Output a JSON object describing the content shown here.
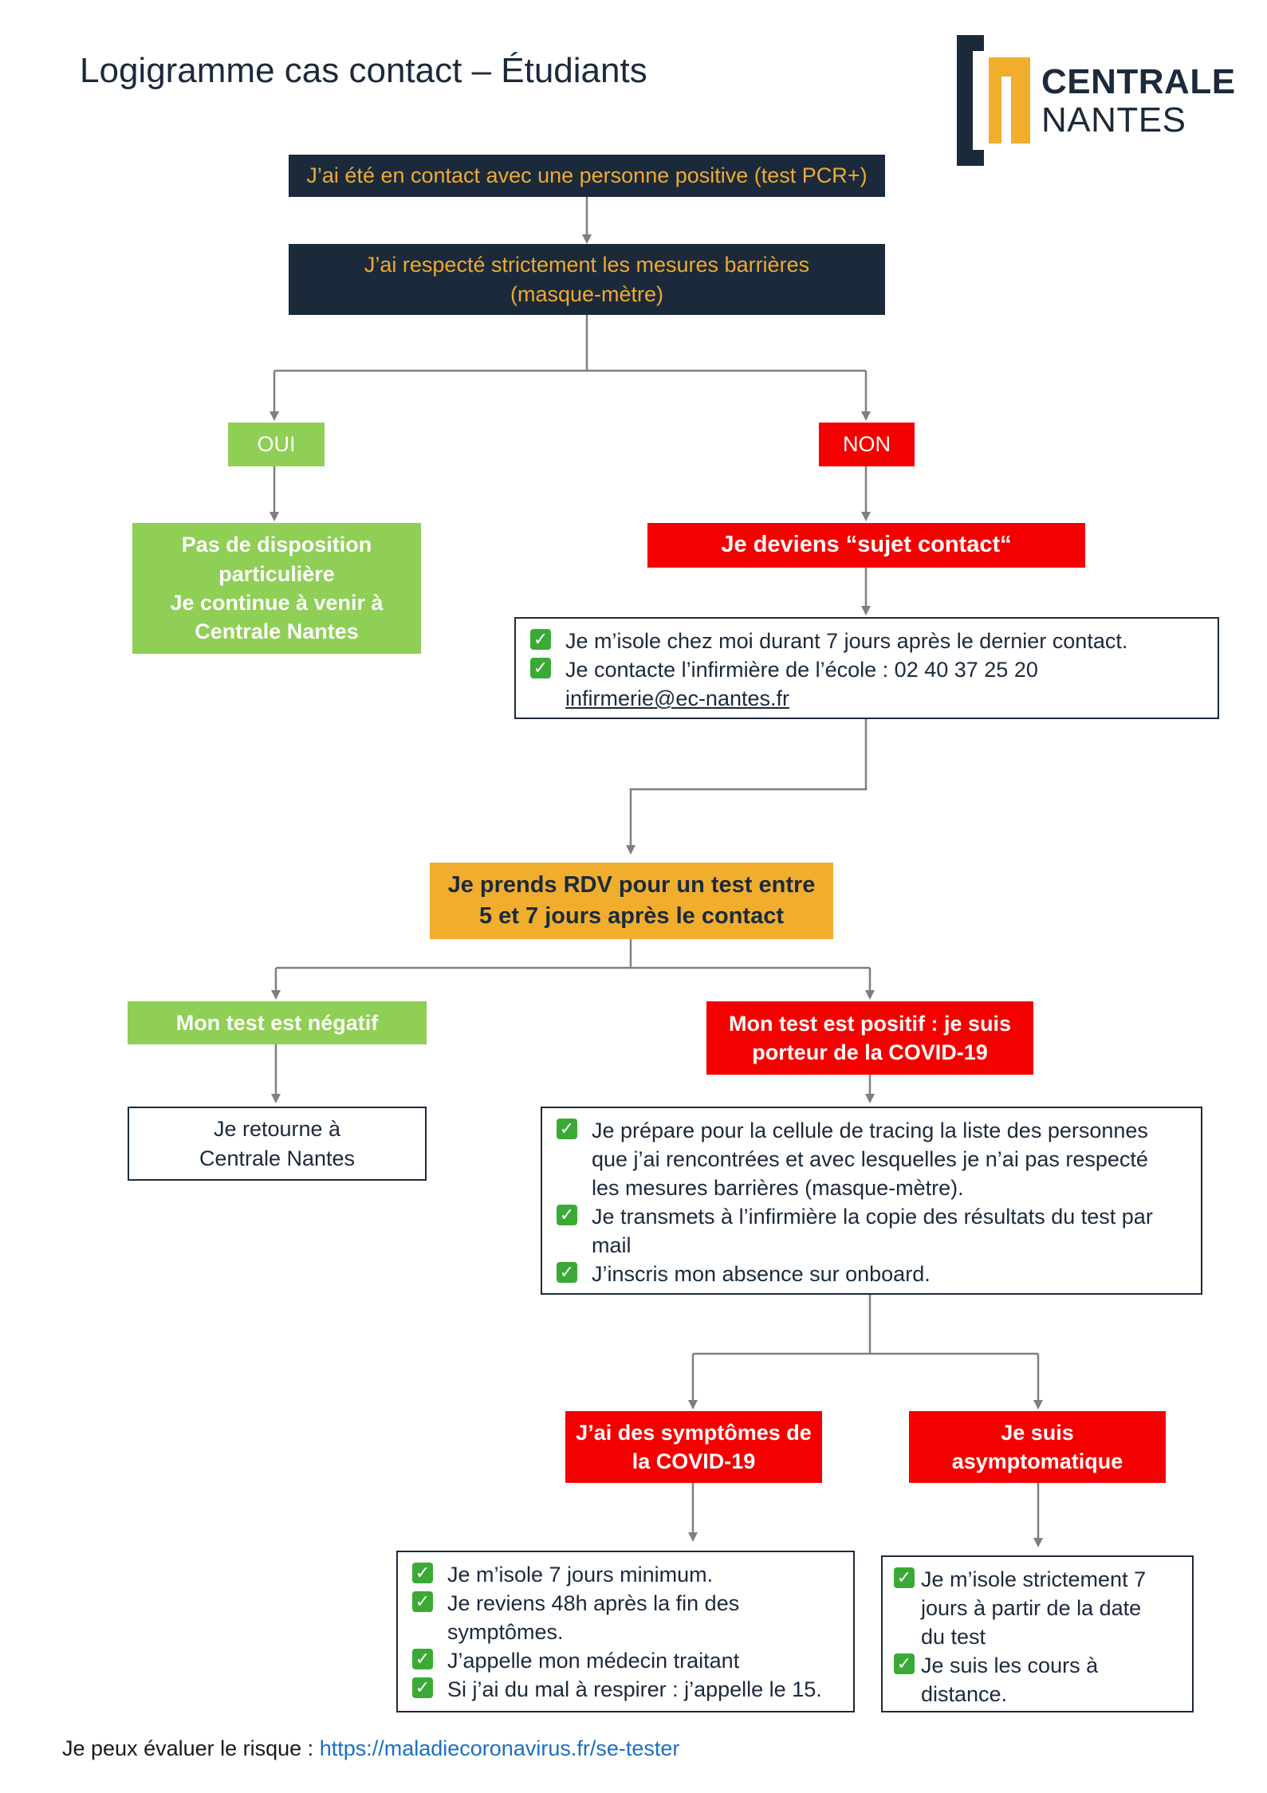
{
  "title": "Logigramme cas contact – Étudiants",
  "logo": {
    "line1": "CENTRALE",
    "line2": "NANTES"
  },
  "colors": {
    "navy": "#1b2a3b",
    "gold": "#f0a92e",
    "green": "#8fcf55",
    "red": "#f50000",
    "orange": "#f0ad2e",
    "check": "#3aaa35",
    "link": "#1a6fc9"
  },
  "nodes": {
    "contact": "J’ai été en contact avec une personne positive (test PCR+)",
    "barrier": {
      "line1": "J’ai respecté strictement les mesures barrières",
      "line2": "(masque-mètre)"
    },
    "yes": "OUI",
    "no": "NON",
    "no_action": {
      "line1": "Pas de disposition",
      "line2": "particulière",
      "line3": "Je continue à venir à",
      "line4": "Centrale Nantes"
    },
    "contact_subject": "Je deviens “sujet contact“",
    "isolation_steps": {
      "item1": "Je m’isole chez moi durant 7 jours après le dernier contact.",
      "item2_line1": "Je contacte l’infirmière de l’école : 02 40 37 25 20",
      "item2_email": "infirmerie@ec-nantes.fr"
    },
    "test_appointment": {
      "line1": "Je prends RDV pour un test entre",
      "line2": "5 et 7 jours après le contact"
    },
    "negative": "Mon test est négatif",
    "return": {
      "line1": "Je retourne à",
      "line2": "Centrale Nantes"
    },
    "positive": {
      "line1": "Mon test est positif : je suis",
      "line2": "porteur de la COVID-19"
    },
    "positive_steps": {
      "item1_line1": "Je prépare pour la cellule de tracing la liste des personnes",
      "item1_line2": "que j’ai rencontrées et avec lesquelles je n’ai pas respecté",
      "item1_line3": "les mesures barrières (masque-mètre).",
      "item2_line1": "Je transmets à l’infirmière la copie des résultats du test par",
      "item2_line2": "mail",
      "item3": "J’inscris mon absence sur onboard."
    },
    "symptoms": {
      "line1": "J’ai des symptômes de",
      "line2": "la COVID-19"
    },
    "asymptomatic": {
      "line1": "Je suis",
      "line2": "asymptomatique"
    },
    "symptoms_steps": {
      "item1": "Je m’isole 7 jours minimum.",
      "item2_line1": "Je reviens 48h après la fin des",
      "item2_line2": "symptômes.",
      "item3": "J’appelle mon médecin traitant",
      "item4": "Si j’ai du mal à respirer : j’appelle le 15."
    },
    "asymptomatic_steps": {
      "item1_line1": "Je m’isole strictement 7",
      "item1_line2": "jours à partir de la date",
      "item1_line3": "du test",
      "item2_line1": "Je suis les cours à",
      "item2_line2": "distance."
    }
  },
  "footer": {
    "text": "Je peux évaluer le risque : ",
    "link": "https://maladiecoronavirus.fr/se-tester"
  }
}
